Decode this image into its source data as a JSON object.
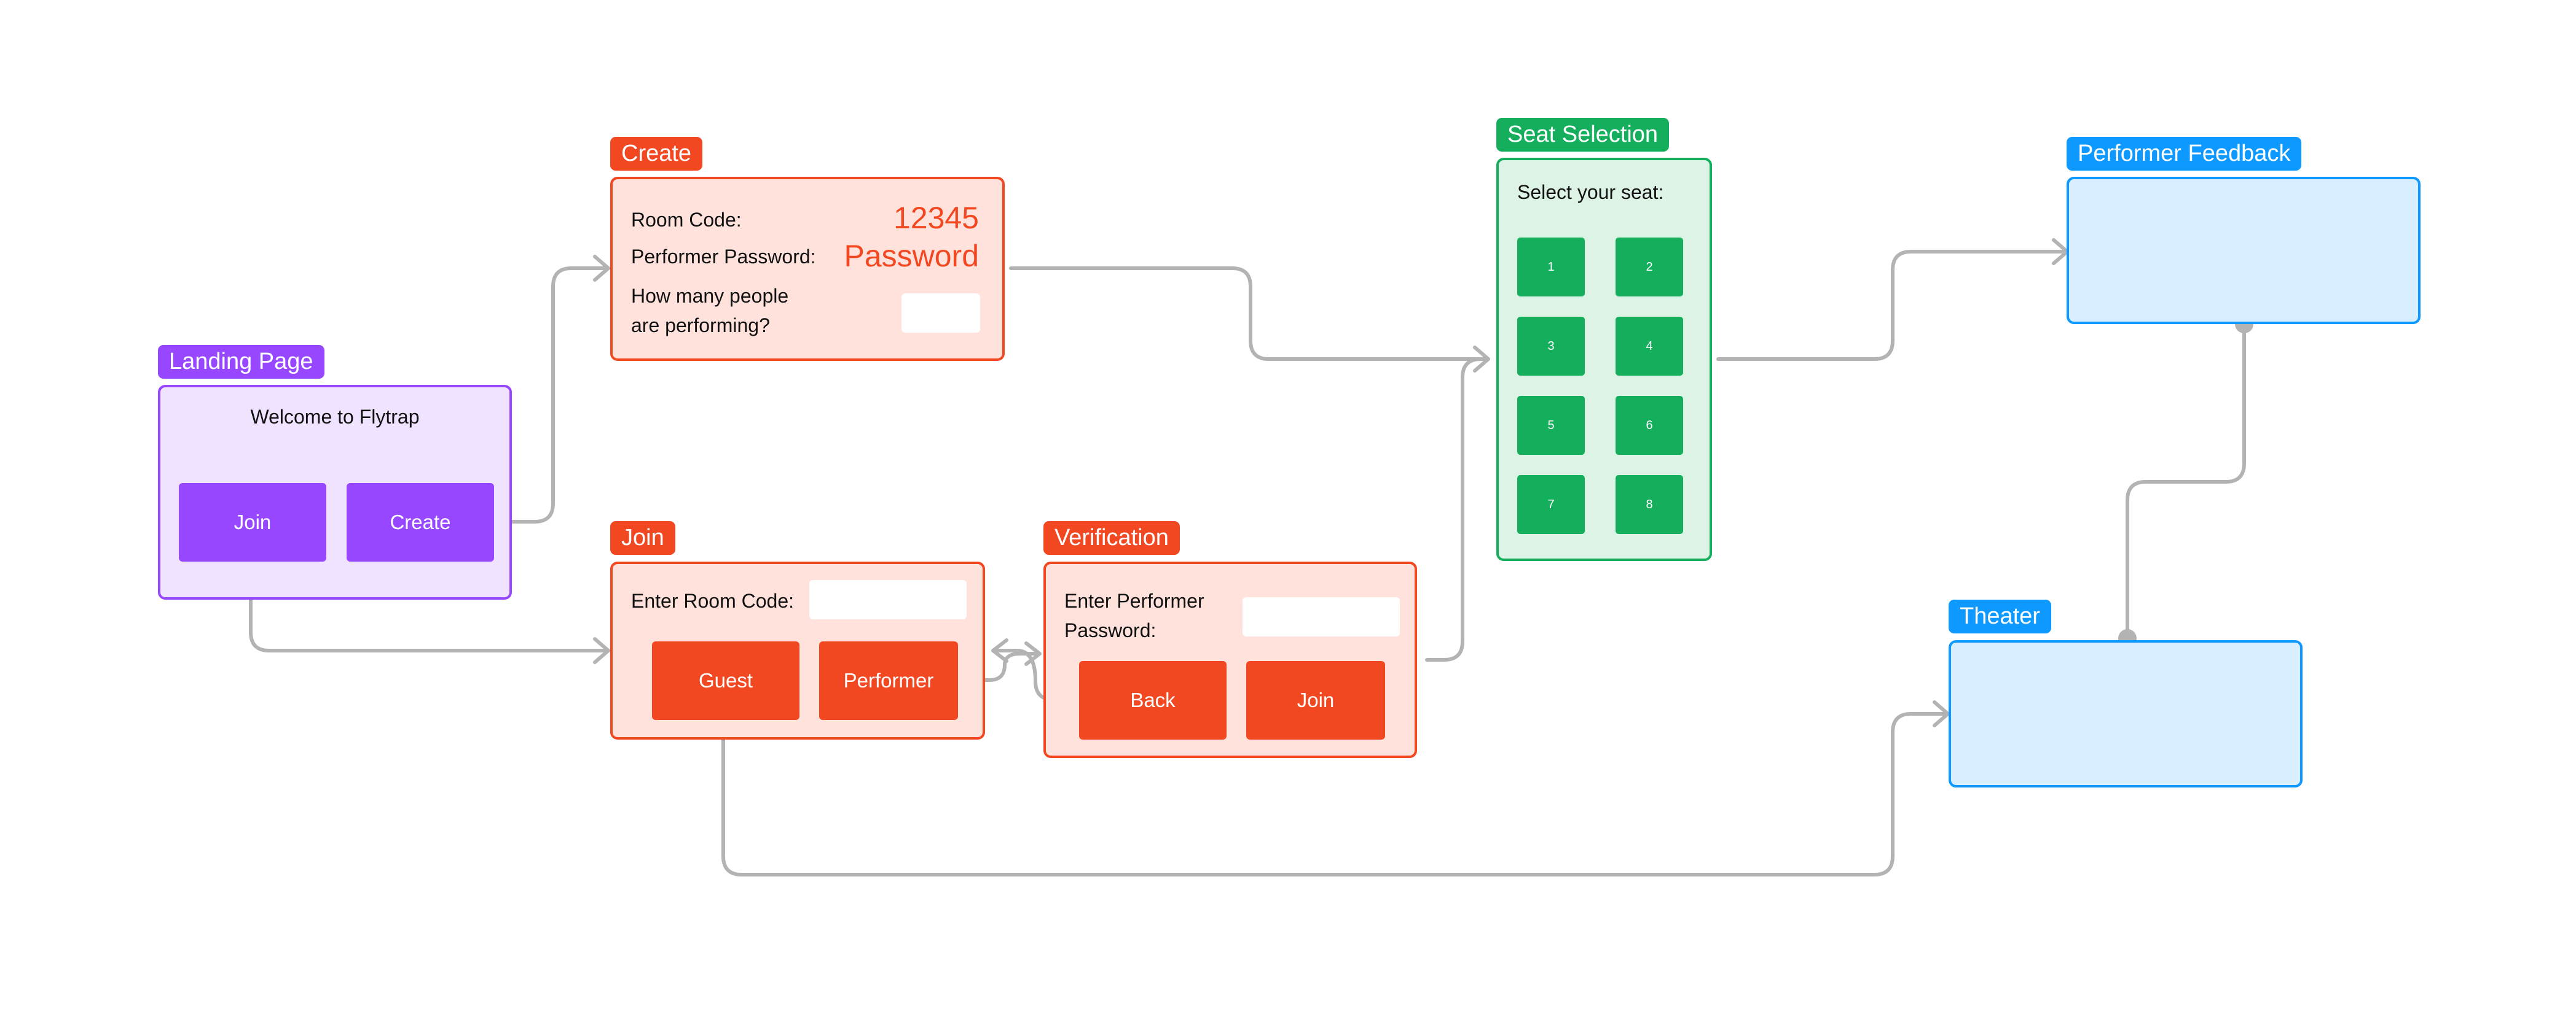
{
  "colors": {
    "purple": "#9747ff",
    "red": "#f24822",
    "green": "#14ae5c",
    "blue": "#0d99ff",
    "connector": "#b3b3b3"
  },
  "landing": {
    "tag": "Landing Page",
    "welcome": "Welcome to Flytrap",
    "join_label": "Join",
    "create_label": "Create"
  },
  "create": {
    "tag": "Create",
    "room_code_label": "Room Code:",
    "room_code_value": "12345",
    "password_label": "Performer Password:",
    "password_value": "Password",
    "people_label_line1": "How many people",
    "people_label_line2": "are performing?"
  },
  "join": {
    "tag": "Join",
    "room_code_label": "Enter Room Code:",
    "guest_label": "Guest",
    "performer_label": "Performer"
  },
  "verification": {
    "tag": "Verification",
    "password_label_line1": "Enter Performer",
    "password_label_line2": "Password:",
    "back_label": "Back",
    "join_label": "Join"
  },
  "seat_selection": {
    "tag": "Seat Selection",
    "prompt": "Select your seat:",
    "seats": [
      "1",
      "2",
      "3",
      "4",
      "5",
      "6",
      "7",
      "8"
    ]
  },
  "performer_feedback": {
    "tag": "Performer Feedback"
  },
  "theater": {
    "tag": "Theater"
  }
}
